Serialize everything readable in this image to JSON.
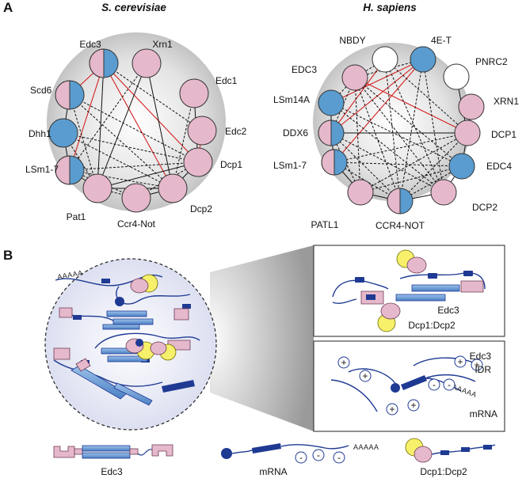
{
  "panel_a": {
    "letter": "A",
    "yeast": {
      "title": "S. cerevisiae",
      "nodes": [
        {
          "label": "Edc3",
          "color": "split"
        },
        {
          "label": "Xrn1",
          "color": "pink"
        },
        {
          "label": "Edc1",
          "color": "pink"
        },
        {
          "label": "Edc2",
          "color": "pink"
        },
        {
          "label": "Dcp1",
          "color": "pink"
        },
        {
          "label": "Dcp2",
          "color": "pink"
        },
        {
          "label": "Ccr4-Not",
          "color": "pink"
        },
        {
          "label": "Pat1",
          "color": "pink"
        },
        {
          "label": "LSm1-7",
          "color": "split"
        },
        {
          "label": "Dhh1",
          "color": "blue"
        },
        {
          "label": "Scd6",
          "color": "split"
        }
      ]
    },
    "human": {
      "title": "H. sapiens",
      "nodes": [
        {
          "label": "NBDY",
          "color": "white"
        },
        {
          "label": "4E-T",
          "color": "blue"
        },
        {
          "label": "PNRC2",
          "color": "white"
        },
        {
          "label": "XRN1",
          "color": "pink"
        },
        {
          "label": "DCP1",
          "color": "pink"
        },
        {
          "label": "EDC4",
          "color": "blue"
        },
        {
          "label": "DCP2",
          "color": "pink"
        },
        {
          "label": "CCR4-NOT",
          "color": "split"
        },
        {
          "label": "PATL1",
          "color": "pink"
        },
        {
          "label": "LSm1-7",
          "color": "split"
        },
        {
          "label": "DDX6",
          "color": "split"
        },
        {
          "label": "LSm14A",
          "color": "blue"
        },
        {
          "label": "EDC3",
          "color": "pink"
        }
      ]
    }
  },
  "panel_b": {
    "letter": "B",
    "polyA": "AAAAA",
    "zoom_top_label_1": "Edc3",
    "zoom_top_label_2": "Dcp1:Dcp2",
    "zoom_bottom_label_1": "Edc3",
    "zoom_bottom_label_2": "IDR",
    "zoom_bottom_label_3": "mRNA",
    "legend_edc3": "Edc3",
    "legend_mrna": "mRNA",
    "legend_dcp": "Dcp1:Dcp2",
    "plus_sign": "+",
    "minus_sign": "-"
  },
  "colors": {
    "pink": "#e6b8cb",
    "blue": "#5a9ccf",
    "navy": "#1f3a93",
    "yellow": "#f7f06a",
    "red_edge": "#d42020",
    "black_edge": "#111111"
  }
}
